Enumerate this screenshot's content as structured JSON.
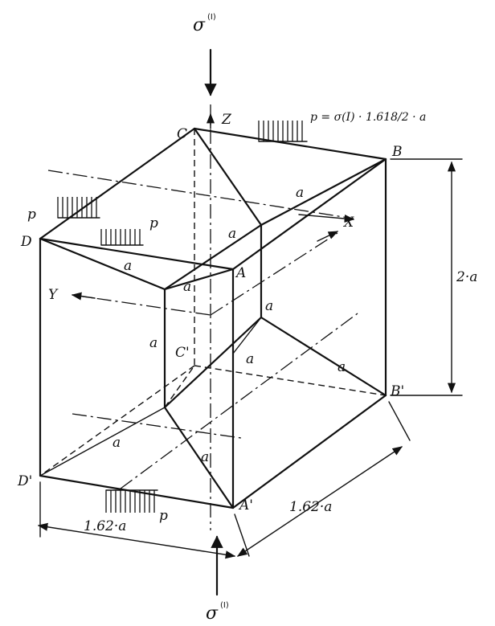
{
  "vertices": {
    "B": "B",
    "C": "C",
    "D": "D",
    "A": "A",
    "C_prime": "C'",
    "B_prime": "B'",
    "D_prime": "D'",
    "A_prime": "A'"
  },
  "axes": {
    "z": "Z",
    "x": "X",
    "y": "Y"
  },
  "stress": {
    "top_symbol": "σ",
    "top_superscript": "(I)",
    "bottom_symbol": "σ",
    "bottom_superscript": "(I)"
  },
  "loads": {
    "p_formula": "p = σ(I) · 1.618/2 · a",
    "p_left": "p",
    "p_front": "p",
    "p_bottom": "p"
  },
  "dimensions": {
    "height": "2·a",
    "depth": "1.62·a",
    "width": "1.62·a"
  },
  "edge_label": "a"
}
